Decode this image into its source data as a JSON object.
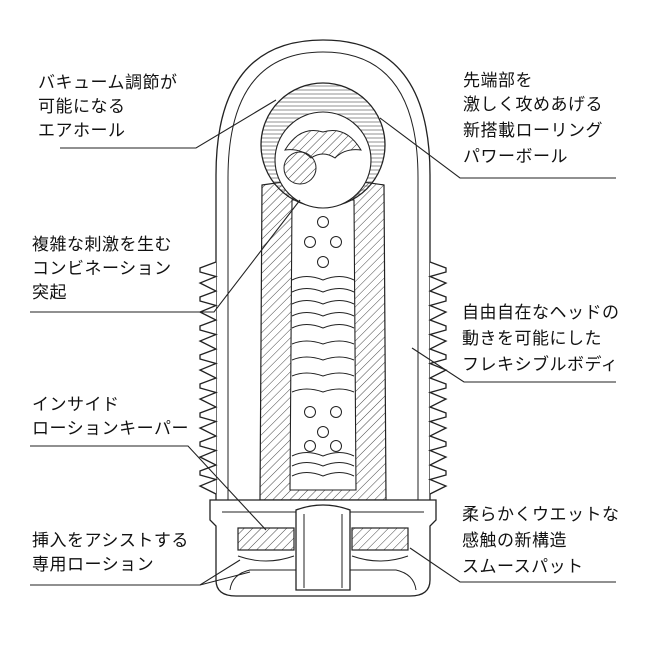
{
  "labels": {
    "vacuum": [
      "バキューム調節が",
      "可能になる",
      "エアホール"
    ],
    "ball": [
      "先端部を",
      "激しく攻めあげる",
      "新搭載ローリング",
      "パワーボール"
    ],
    "bumps": [
      "複雑な刺激を生む",
      "コンビネーション",
      "突起"
    ],
    "flex": [
      "自由自在なヘッドの",
      "動きを可能にした",
      "フレキシブルボディ"
    ],
    "keeper": [
      "インサイド",
      "ローションキーパー"
    ],
    "lotion": [
      "挿入をアシストする",
      "専用ローション"
    ],
    "pad": [
      "柔らかくウエットな",
      "感触の新構造",
      "スムースパット"
    ]
  },
  "colors": {
    "line": "#222222",
    "text": "#111111",
    "background": "#ffffff"
  }
}
